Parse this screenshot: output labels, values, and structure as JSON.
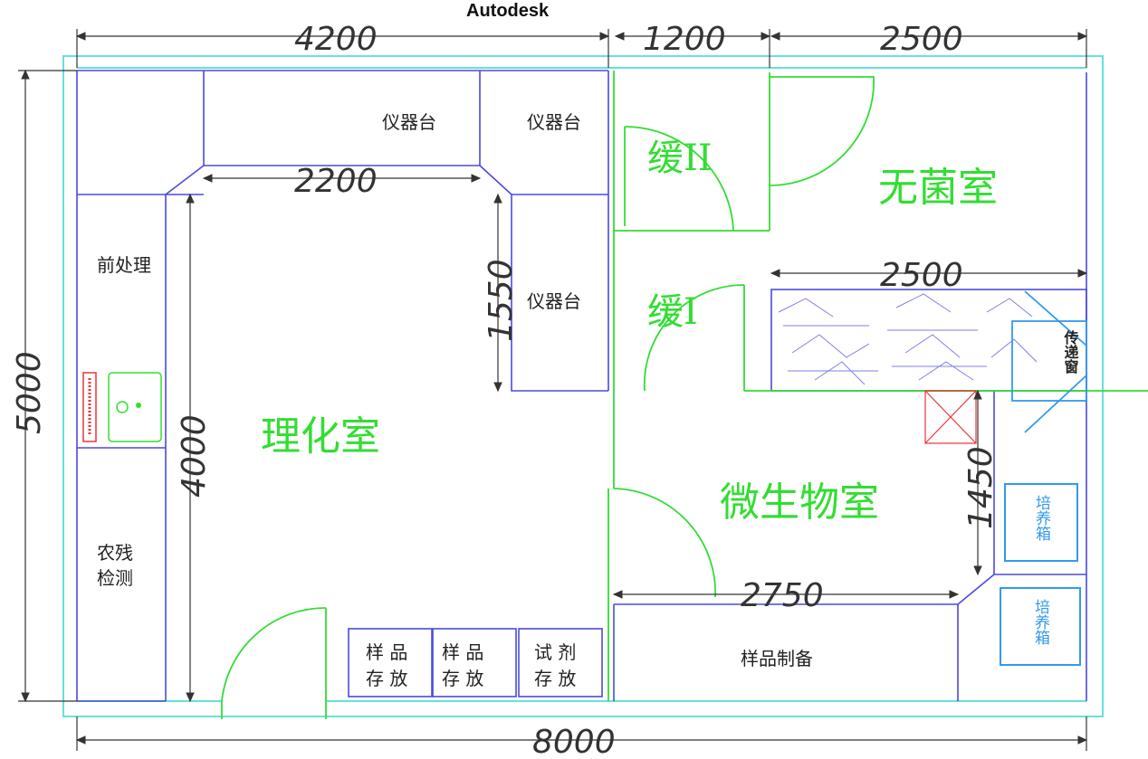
{
  "brand": "Autodesk",
  "dimensions": {
    "top_left": "4200",
    "top_mid": "1200",
    "top_right": "2500",
    "inner_counter": "2200",
    "left_height": "5000",
    "inner_height": "4000",
    "right_counter": "1550",
    "clean_bench_width": "2500",
    "micro_height": "1450",
    "prep_width": "2750",
    "bottom_total": "8000"
  },
  "rooms": {
    "phys_chem": "理化室",
    "microbio": "微生物室",
    "sterile": "无菌室",
    "buffer_2": "缓II",
    "buffer_1": "缓I"
  },
  "fixtures": {
    "instrument_top": "仪器台",
    "instrument_corner": "仪器台",
    "instrument_right": "仪器台",
    "pretreatment": "前处理",
    "pesticide_1": "农残",
    "pesticide_2": "检测",
    "sample_storage_1_a": "样 品",
    "sample_storage_1_b": "存 放",
    "sample_storage_2_a": "样 品",
    "sample_storage_2_b": "存 放",
    "reagent_storage_a": "试 剂",
    "reagent_storage_b": "存 放",
    "sample_prep": "样品制备",
    "pass_box": "传递窗",
    "incubator_1": "培养箱",
    "incubator_2": "培养箱"
  },
  "colors": {
    "outer_wall": "#66e0e0",
    "furniture": "#4a4ae0",
    "door": "#33dd33",
    "dimension": "#333333",
    "incubator": "#3399ee",
    "hazard": "#ee3333"
  }
}
